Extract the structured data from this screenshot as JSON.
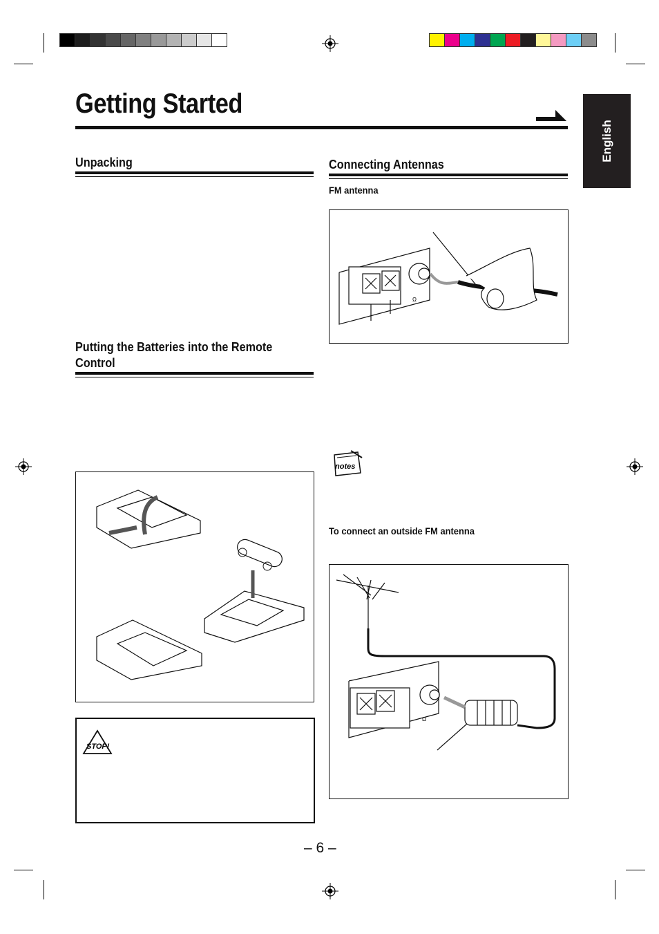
{
  "page": {
    "title": "Getting Started",
    "page_number": "– 6 –",
    "language_tab": "English"
  },
  "sections": {
    "unpacking": {
      "heading": "Unpacking"
    },
    "batteries": {
      "heading_line1": "Putting the Batteries into the Remote",
      "heading_line2": "Control"
    },
    "antennas": {
      "heading": "Connecting Antennas",
      "fm_antenna": "FM antenna",
      "outside_fm": "To connect an outside FM antenna"
    }
  },
  "icons": {
    "notes": "notes",
    "stop": "STOP!"
  },
  "color_bars": {
    "grayscale": [
      "#000000",
      "#1d1d1d",
      "#333333",
      "#4a4a4a",
      "#666666",
      "#808080",
      "#999999",
      "#b3b3b3",
      "#cccccc",
      "#e6e6e6",
      "#ffffff"
    ],
    "process": [
      "#fff200",
      "#ec008c",
      "#00aeef",
      "#2e3192",
      "#00a651",
      "#ed1c24",
      "#231f20",
      "#fff799",
      "#f49ac1",
      "#6dcff6",
      "#8c8c8c"
    ]
  }
}
